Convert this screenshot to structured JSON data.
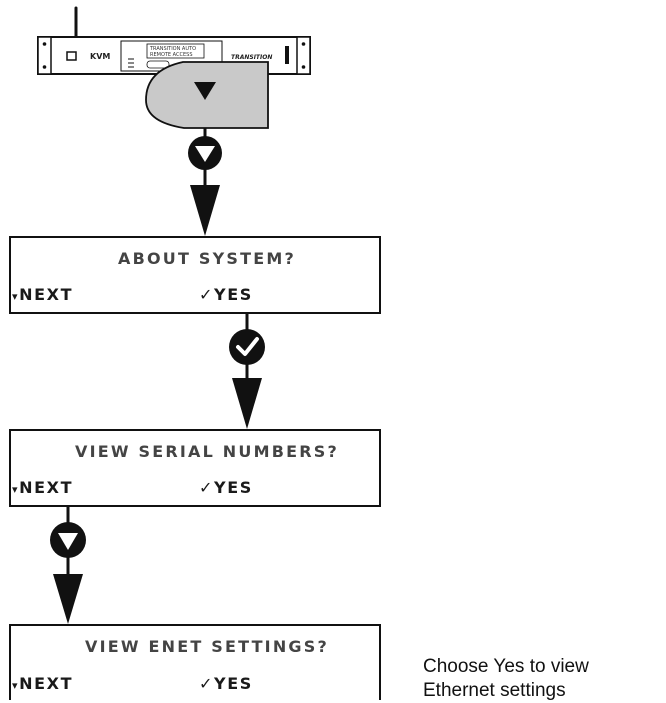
{
  "device": {
    "logo_text": "KVM",
    "brand_text": "TRANSITION",
    "small_display_line1": "TRANSITION AUTO",
    "small_display_line2": "REMOTE ACCESS"
  },
  "screens": [
    {
      "title": "ABOUT SYSTEM?",
      "left_option": "NEXT",
      "right_option": "YES"
    },
    {
      "title": "VIEW SERIAL NUMBERS?",
      "left_option": "NEXT",
      "right_option": "YES"
    },
    {
      "title": "VIEW ENET SETTINGS?",
      "left_option": "NEXT",
      "right_option": "YES"
    }
  ],
  "glyphs": {
    "down_arrow": "▼",
    "small_down_arrow": "▾",
    "check": "✓"
  },
  "caption": {
    "line1": "Choose Yes to view",
    "line2": "Ethernet settings"
  },
  "colors": {
    "line": "#111111",
    "keypad_fill": "#c9c9c9",
    "device_fill": "#ffffff"
  }
}
